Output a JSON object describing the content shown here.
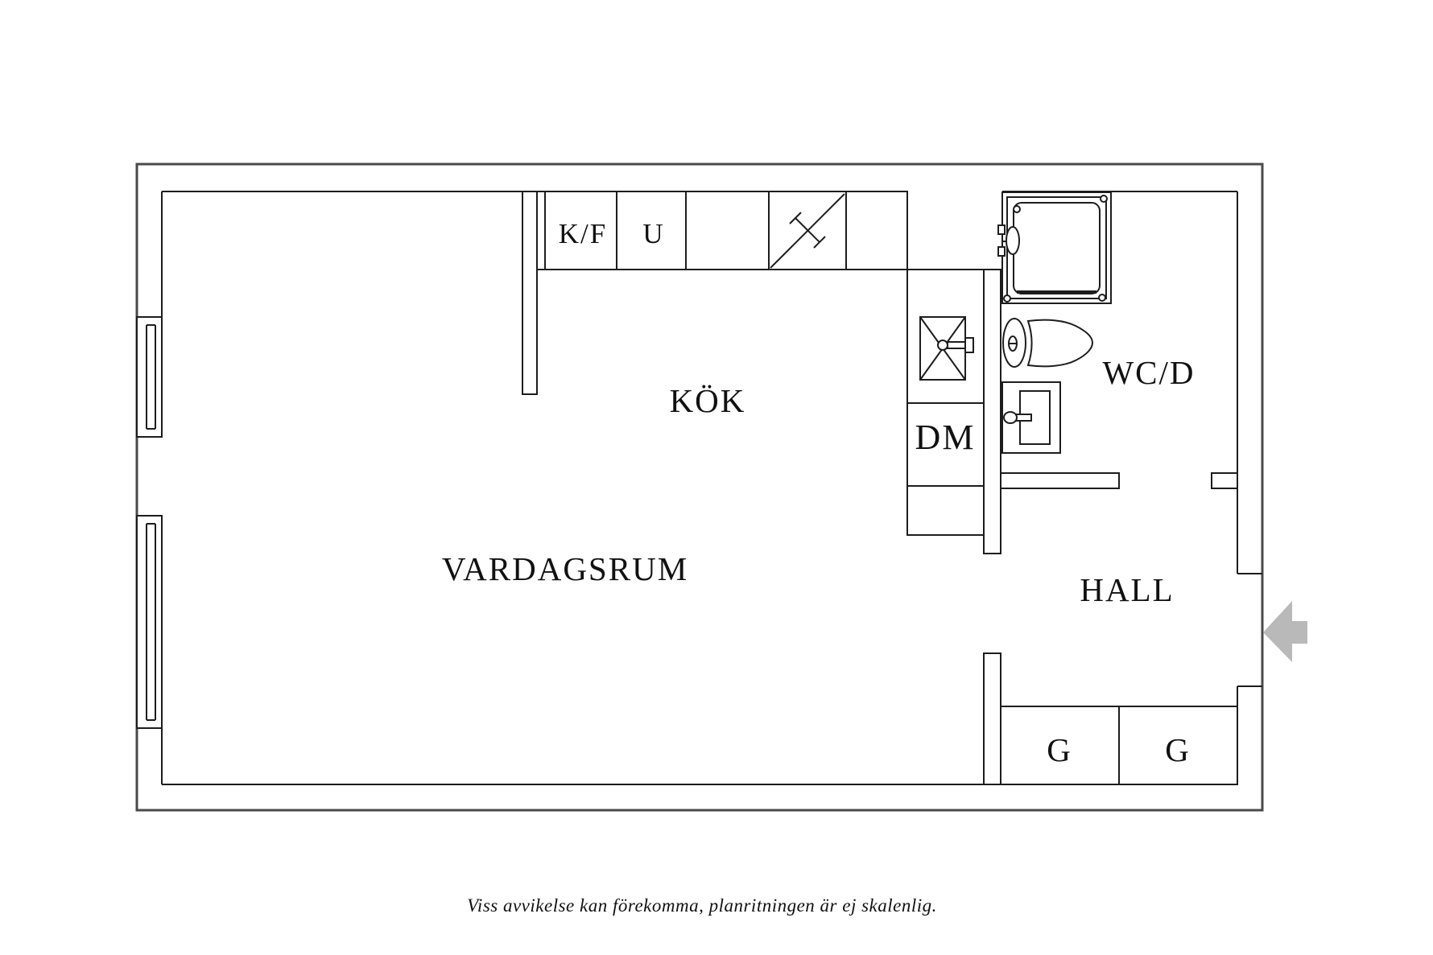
{
  "document": {
    "kind": "apartment-floor-plan"
  },
  "rooms": {
    "living_room": {
      "label": "VARDAGSRUM"
    },
    "kitchen": {
      "label": "KÖK"
    },
    "bathroom": {
      "label": "WC/D"
    },
    "hall": {
      "label": "HALL"
    }
  },
  "fixtures": {
    "fridge_freezer": {
      "label": "K/F"
    },
    "oven": {
      "label": "U"
    },
    "dishwasher": {
      "label": "DM"
    },
    "wardrobe_left": {
      "label": "G"
    },
    "wardrobe_right": {
      "label": "G"
    }
  },
  "caption": {
    "text": "Viss avvikelse kan förekomma, planritningen är ej skalenlig."
  },
  "colors": {
    "line": "#1d1d1d",
    "outer_wall": "#4a4a4a",
    "entrance_arrow": "#b9b9b9",
    "background": "#ffffff"
  }
}
